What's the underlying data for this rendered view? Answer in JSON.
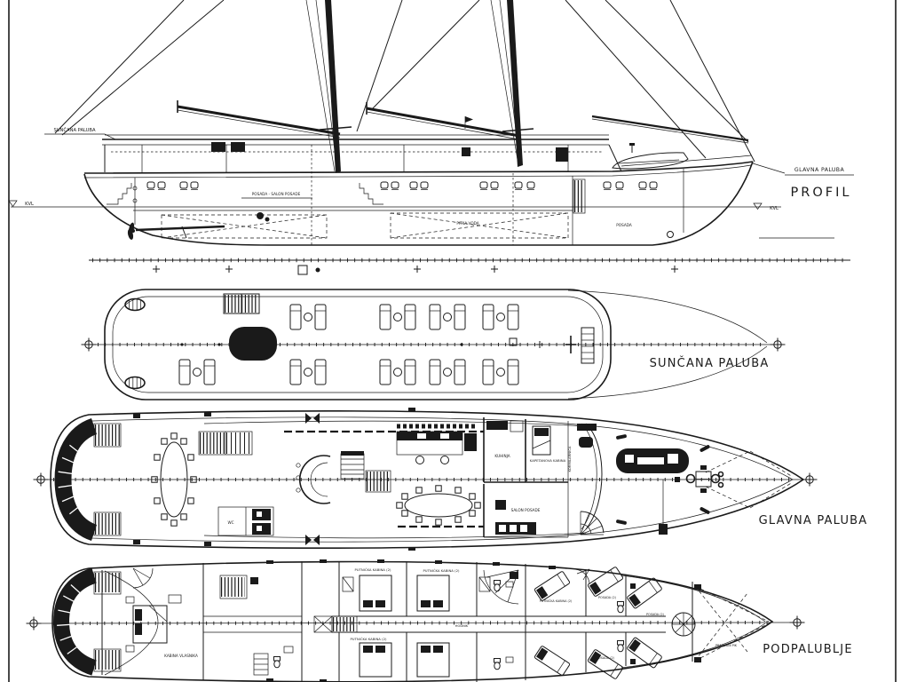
{
  "page": {
    "background": "#ffffff",
    "ink": "#1a1a1a"
  },
  "views": {
    "profile": {
      "title": "PROFIL",
      "roof_label": "SUNČANA PALUBA",
      "deck_label": "GLAVNA PALUBA",
      "waterline_left": "KVL",
      "waterline_right": "KVL",
      "crew_salon_label": "POSADA - SALON POSADE",
      "tank_label": "PITKA VODA",
      "crew_label": "POSADA"
    },
    "sun_deck": {
      "title": "SUNČANA PALUBA"
    },
    "main_deck": {
      "title": "GLAVNA PALUBA",
      "rooms": {
        "kuhinja": "KUHINJA",
        "kapetanova": "KAPETANOVA KABINA",
        "salon_posade": "SALON POSADE",
        "kormilarnica": "KORMILARNICA",
        "wc": "WC"
      }
    },
    "lower_deck": {
      "title": "PODPALUBLJE",
      "rooms": {
        "kabina_vlasnika": "KABINA VLASNIKA",
        "putnicka_a": "PUTNIČKA KABINA (2)",
        "putnicka_b": "PUTNIČKA KABINA (2)",
        "putnicka_c": "PUTNIČKA KABINA (2)",
        "putnicka_d": "PUTNIČKA KABINA (2)",
        "posada_a": "POSADA (2)",
        "posada_b": "POSADA (2)",
        "posada_c": "POSADA (2)",
        "hodnik": "HODNIK",
        "pramcani_pik": "PRAMČANI PIK"
      }
    }
  }
}
